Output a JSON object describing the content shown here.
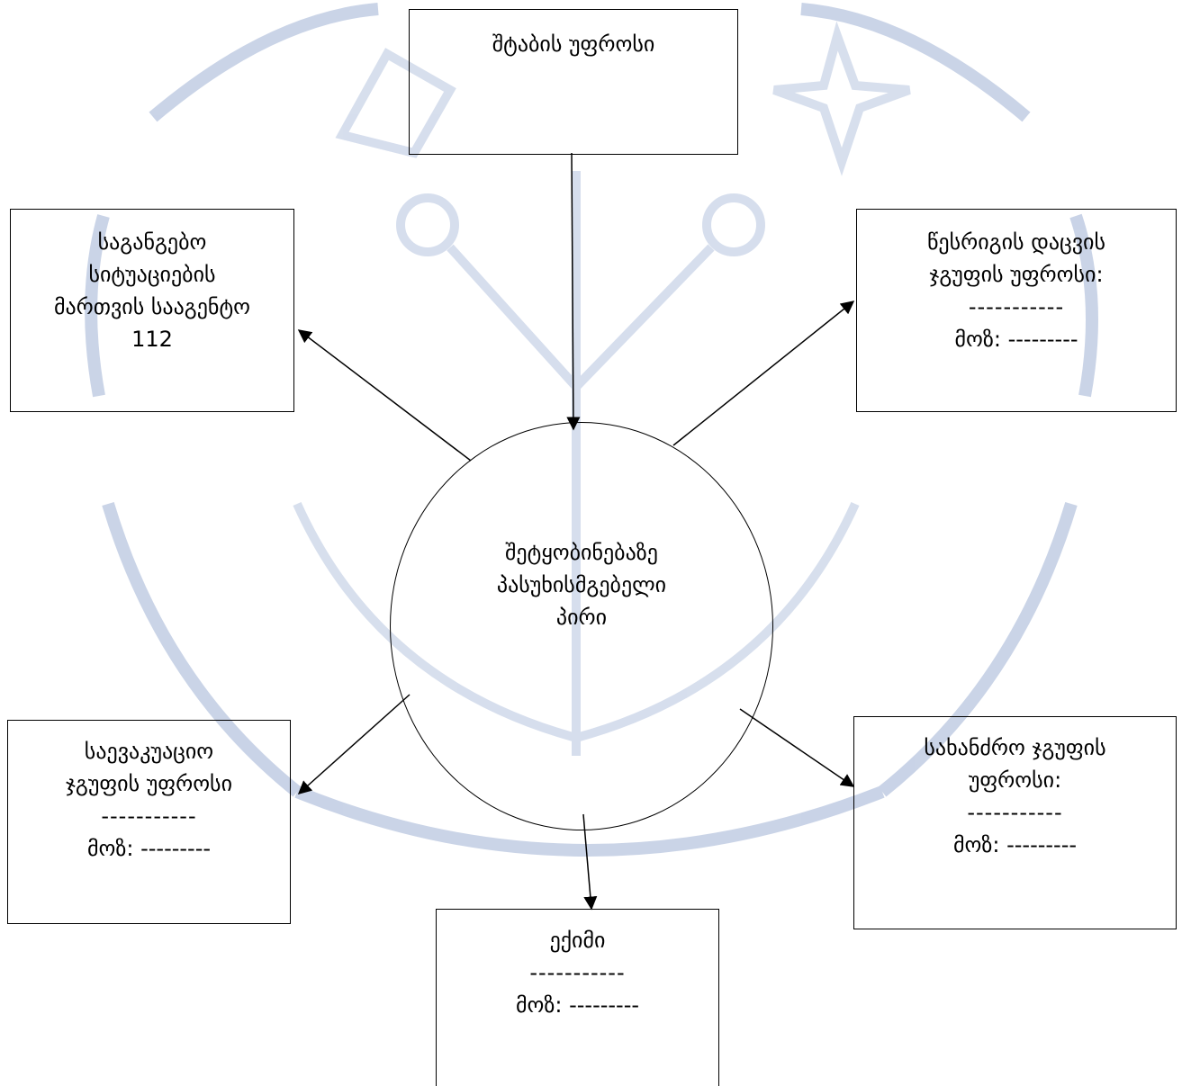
{
  "colors": {
    "watermark": "#b8c5df",
    "stroke": "#000000"
  },
  "diagram": {
    "top": {
      "title": "შტაბის უფროსი"
    },
    "center": {
      "line1": "შეტყობინებაზე",
      "line2": "პასუხისმგებელი",
      "line3": "პირი"
    },
    "left_top": {
      "line1": "საგანგებო",
      "line2": "სიტუაციების",
      "line3": "მართვის სააგენტო",
      "line4": "112"
    },
    "right_top": {
      "line1": "წესრიგის დაცვის",
      "line2": "ჯგუფის უფროსი:",
      "dashes": "-----------",
      "deputy": "მოზ: ---------"
    },
    "left_bottom": {
      "line1": "საევაკუაციო",
      "line2": "ჯგუფის უფროსი",
      "dashes": "-----------",
      "deputy": "მოზ: ---------"
    },
    "right_bottom": {
      "line1": "სახანძრო ჯგუფის",
      "line2": "უფროსი:",
      "dashes": "-----------",
      "deputy": "მოზ: ---------"
    },
    "bottom": {
      "line1": "ექიმი",
      "dashes": "-----------",
      "deputy": "მოზ: ---------"
    }
  }
}
